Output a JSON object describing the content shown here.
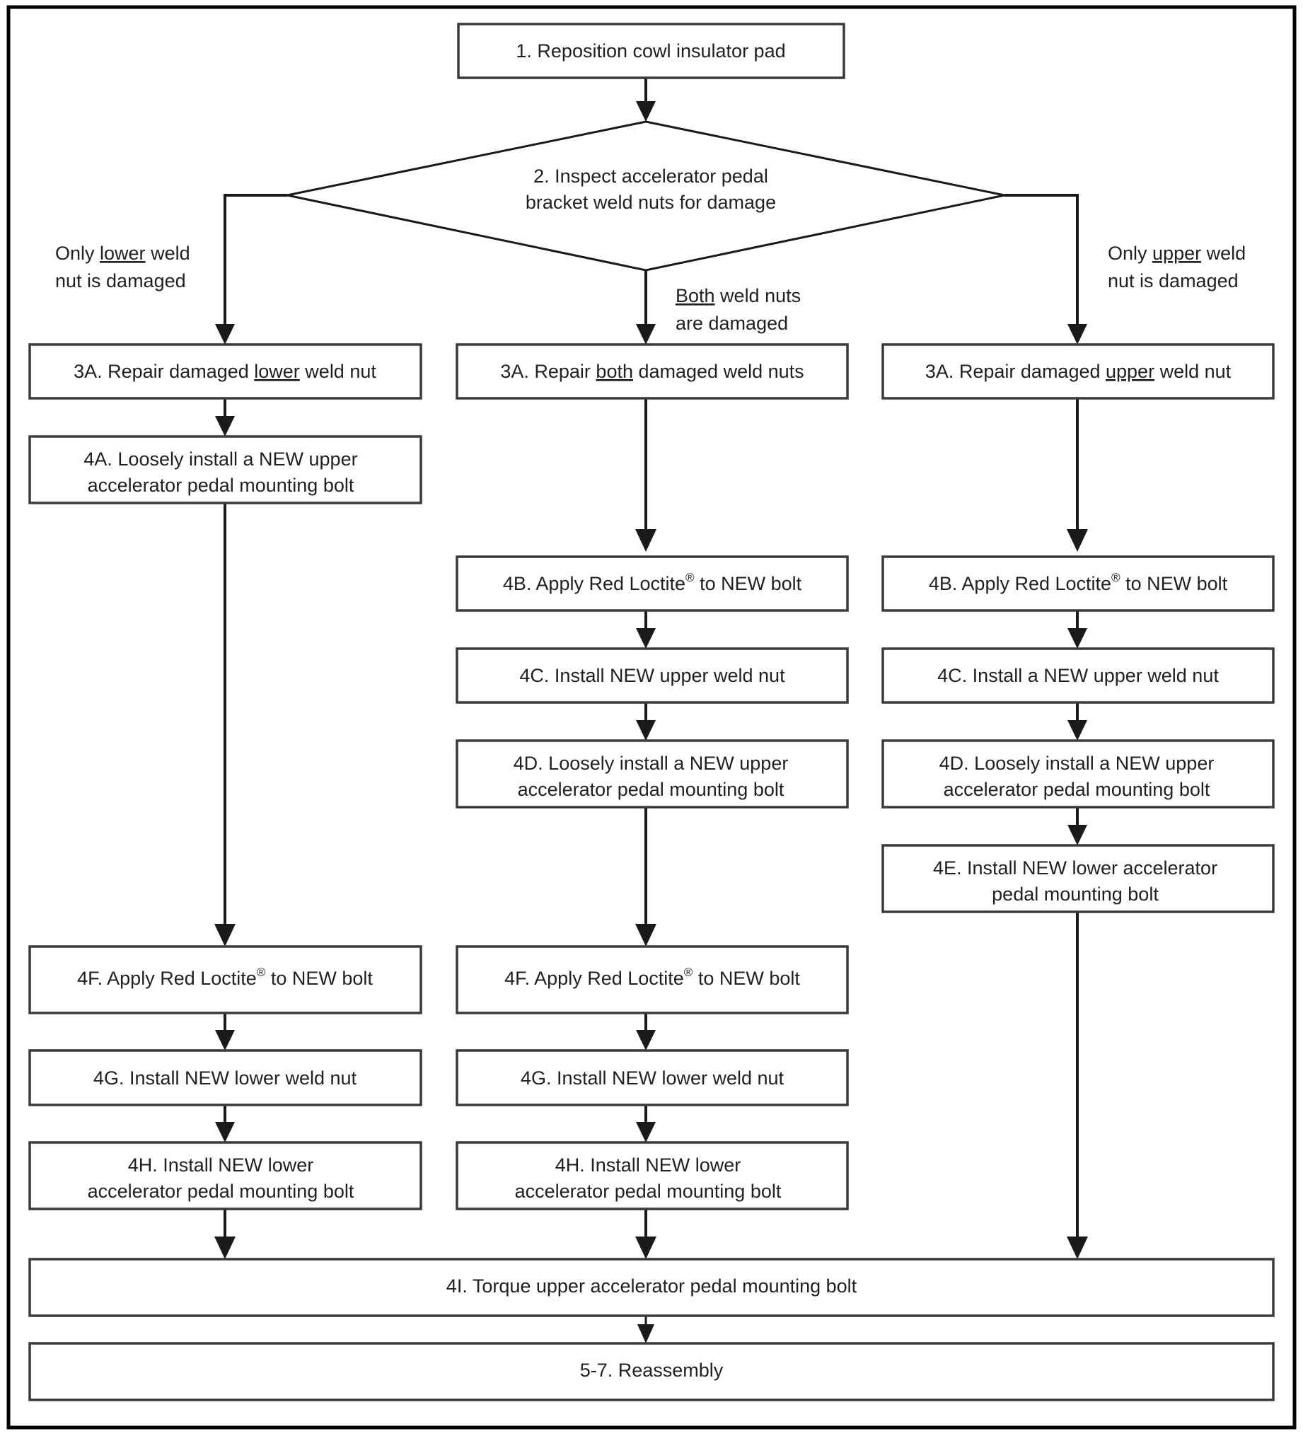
{
  "diagram": {
    "type": "flowchart",
    "title": "Accelerator pedal bracket weld nut repair flowchart",
    "orientation": "top-to-bottom",
    "columns": [
      "lower-only",
      "both",
      "upper-only"
    ]
  },
  "nodes": {
    "start": {
      "id": "1",
      "label": "1. Reposition cowl insulator pad",
      "shape": "process"
    },
    "decision": {
      "id": "2",
      "line1": "2. Inspect accelerator pedal",
      "line2": "bracket weld nuts for damage",
      "shape": "decision"
    },
    "left_3a": {
      "pre": "3A. Repair damaged ",
      "emph": "lower",
      "post": " weld nut",
      "shape": "process"
    },
    "mid_3a": {
      "pre": "3A. Repair ",
      "emph": "both",
      "post": " damaged weld nuts",
      "shape": "process"
    },
    "right_3a": {
      "pre": "3A. Repair damaged ",
      "emph": "upper",
      "post": " weld nut",
      "shape": "process"
    },
    "left_4a": {
      "line1": "4A. Loosely install a NEW upper",
      "line2": "accelerator pedal mounting bolt",
      "shape": "process"
    },
    "mid_4b": {
      "pre": "4B. Apply Red Loctite",
      "sup": "®",
      "post": " to NEW bolt",
      "shape": "process"
    },
    "right_4b": {
      "pre": "4B. Apply Red Loctite",
      "sup": "®",
      "post": " to NEW bolt",
      "shape": "process"
    },
    "mid_4c": {
      "label": "4C. Install NEW upper weld nut",
      "shape": "process"
    },
    "right_4c": {
      "label": "4C. Install a NEW upper weld nut",
      "shape": "process"
    },
    "mid_4d": {
      "line1": "4D. Loosely install a NEW upper",
      "line2": "accelerator pedal mounting bolt",
      "shape": "process"
    },
    "right_4d": {
      "line1": "4D. Loosely install a NEW upper",
      "line2": "accelerator pedal mounting bolt",
      "shape": "process"
    },
    "right_4e": {
      "line1": "4E. Install NEW lower accelerator",
      "line2": "pedal mounting bolt",
      "shape": "process"
    },
    "left_4f": {
      "pre": "4F. Apply Red Loctite",
      "sup": "®",
      "post": " to NEW bolt",
      "shape": "process"
    },
    "mid_4f": {
      "pre": "4F. Apply Red Loctite",
      "sup": "®",
      "post": " to NEW bolt",
      "shape": "process"
    },
    "left_4g": {
      "label": "4G. Install NEW lower weld nut",
      "shape": "process"
    },
    "mid_4g": {
      "label": "4G. Install NEW lower weld nut",
      "shape": "process"
    },
    "left_4h": {
      "line1": "4H. Install NEW lower",
      "line2": "accelerator pedal mounting bolt",
      "shape": "process"
    },
    "mid_4h": {
      "line1": "4H. Install NEW lower",
      "line2": "accelerator pedal mounting bolt",
      "shape": "process"
    },
    "merge_4i": {
      "label": "4I. Torque upper accelerator pedal mounting bolt",
      "shape": "process"
    },
    "end_57": {
      "label": "5-7. Reassembly",
      "shape": "process"
    }
  },
  "edge_labels": {
    "left": {
      "pre": "Only ",
      "emph": "lower",
      "post": " weld",
      "line2": "nut is damaged"
    },
    "middle": {
      "emph": "Both",
      "post": " weld nuts",
      "line2": "are damaged"
    },
    "right": {
      "pre": "Only ",
      "emph": "upper",
      "post": " weld",
      "line2": "nut is damaged"
    }
  },
  "colors": {
    "frame": "#000000",
    "box_border": "#3a3a3a",
    "connector": "#1a1a1a",
    "text": "#231f20",
    "background": "#ffffff"
  }
}
